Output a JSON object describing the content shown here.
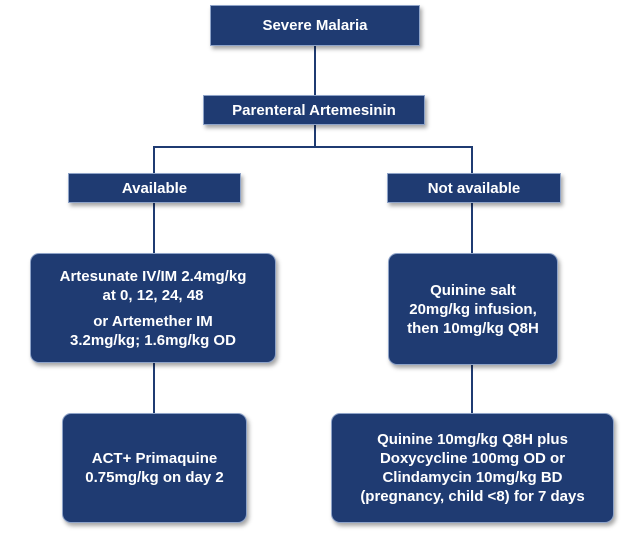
{
  "nodes": {
    "severe_malaria": "Severe Malaria",
    "parenteral": "Parenteral Artemesinin",
    "available": "Available",
    "not_available": "Not available",
    "artesunate": [
      "Artesunate IV/IM 2.4mg/kg",
      "at 0, 12, 24, 48",
      "or Artemether IM",
      "3.2mg/kg; 1.6mg/kg OD"
    ],
    "quinine_salt": [
      "Quinine salt",
      "20mg/kg infusion,",
      "then 10mg/kg Q8H"
    ],
    "act_primaquine": [
      "ACT+ Primaquine",
      "0.75mg/kg on day 2"
    ],
    "quinine_plus": [
      "Quinine 10mg/kg Q8H plus",
      "Doxycycline 100mg OD or",
      "Clindamycin 10mg/kg BD",
      "(pregnancy, child <8) for 7 days"
    ]
  },
  "colors": {
    "box_fill": "#1f3b72",
    "text": "#ffffff",
    "connector": "#1f3b72"
  }
}
